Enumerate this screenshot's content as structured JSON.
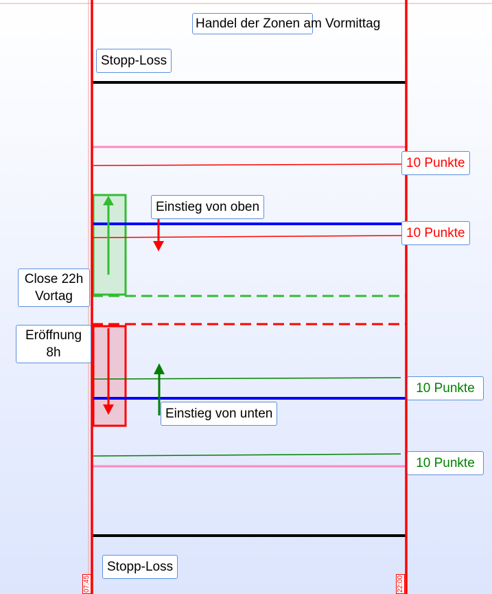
{
  "labels": {
    "title": "Handel der Zonen am Vormittag",
    "stop_loss_top": "Stopp-Loss",
    "stop_loss_bottom": "Stopp-Loss",
    "points_1": "10 Punkte",
    "points_2": "10 Punkte",
    "points_3": "10 Punkte",
    "points_4": "10 Punkte",
    "entry_above": "Einstieg von oben",
    "entry_below": "Einstieg von unten",
    "close_line1": "Close 22h",
    "close_line2": "Vortag",
    "open_line1": "Eröffnung",
    "open_line2": "8h"
  },
  "time_axis": {
    "start": "07:45",
    "end": "22:00"
  },
  "colors": {
    "session": "#ff0000",
    "stop": "#000000",
    "target": "#ff88c0",
    "zone": "#0000ff",
    "up": "#33bb33",
    "down": "#ff0000"
  }
}
